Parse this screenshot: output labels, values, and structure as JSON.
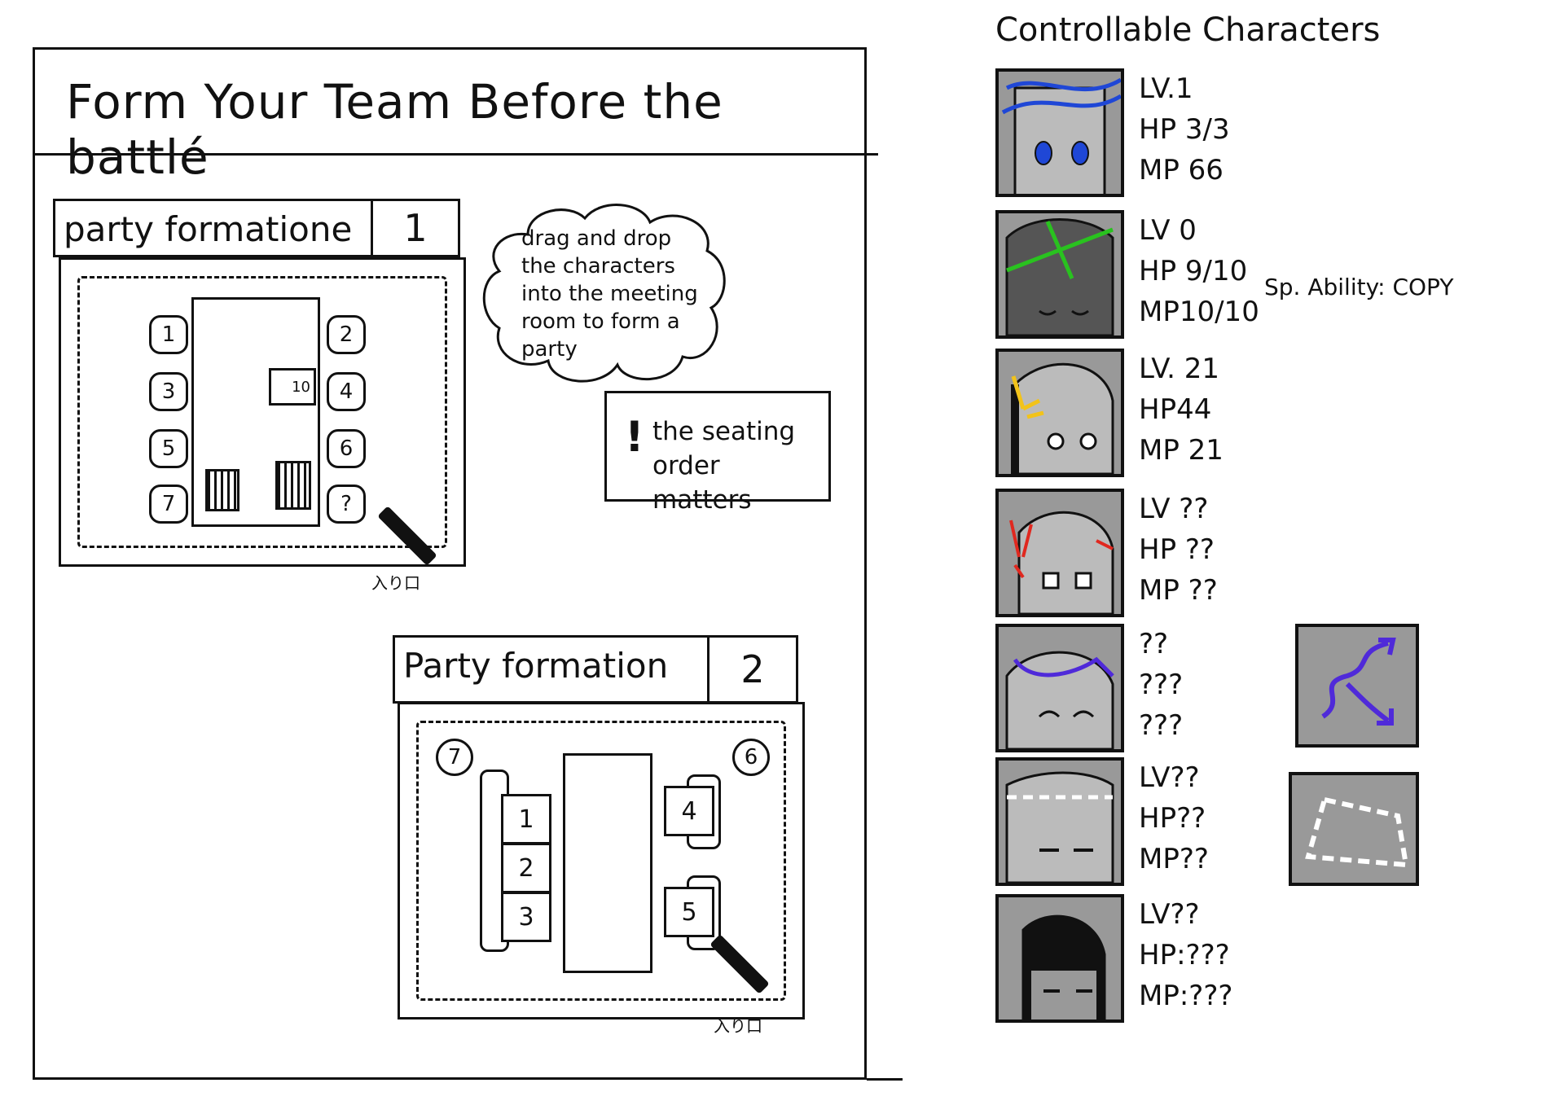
{
  "window": {
    "title": "Form Your Team Before the battlé"
  },
  "hint": {
    "cloud_text": "drag and drop the characters into the meeting room to form a party",
    "note_text": "the seating order matters",
    "note_mark": "!"
  },
  "party1": {
    "label": "party formatione",
    "number": "1",
    "seats": [
      "1",
      "2",
      "3",
      "4",
      "5",
      "6",
      "7",
      "?"
    ],
    "marker": "10",
    "door": "入り口"
  },
  "party2": {
    "label": "Party formation",
    "number": "2",
    "corners": [
      "7",
      "6"
    ],
    "seats": [
      "1",
      "2",
      "3",
      "4",
      "5"
    ],
    "door": "入り口"
  },
  "roster": {
    "title": "Controllable Characters",
    "characters": [
      {
        "lv": "LV.1",
        "hp": "HP 3/3",
        "mp": "MP 66",
        "accent": "#1f47d6"
      },
      {
        "lv": "LV 0",
        "hp": "HP 9/10",
        "mp": "MP10/10",
        "extra": "Sp. Ability: COPY",
        "accent": "#29c21f"
      },
      {
        "lv": "LV. 21",
        "hp": "HP44",
        "mp": "MP 21",
        "accent": "#f2c31a"
      },
      {
        "lv": "LV ??",
        "hp": "HP ??",
        "mp": "MP ??",
        "accent": "#e0281f"
      },
      {
        "lv": "??",
        "hp": "???",
        "mp": "???",
        "accent": "#4f2ad9"
      },
      {
        "lv": "LV??",
        "hp": "HP??",
        "mp": "MP??",
        "accent": "#ffffff"
      },
      {
        "lv": "LV??",
        "hp": "HP:???",
        "mp": "MP:???",
        "accent": "#111111"
      }
    ]
  }
}
